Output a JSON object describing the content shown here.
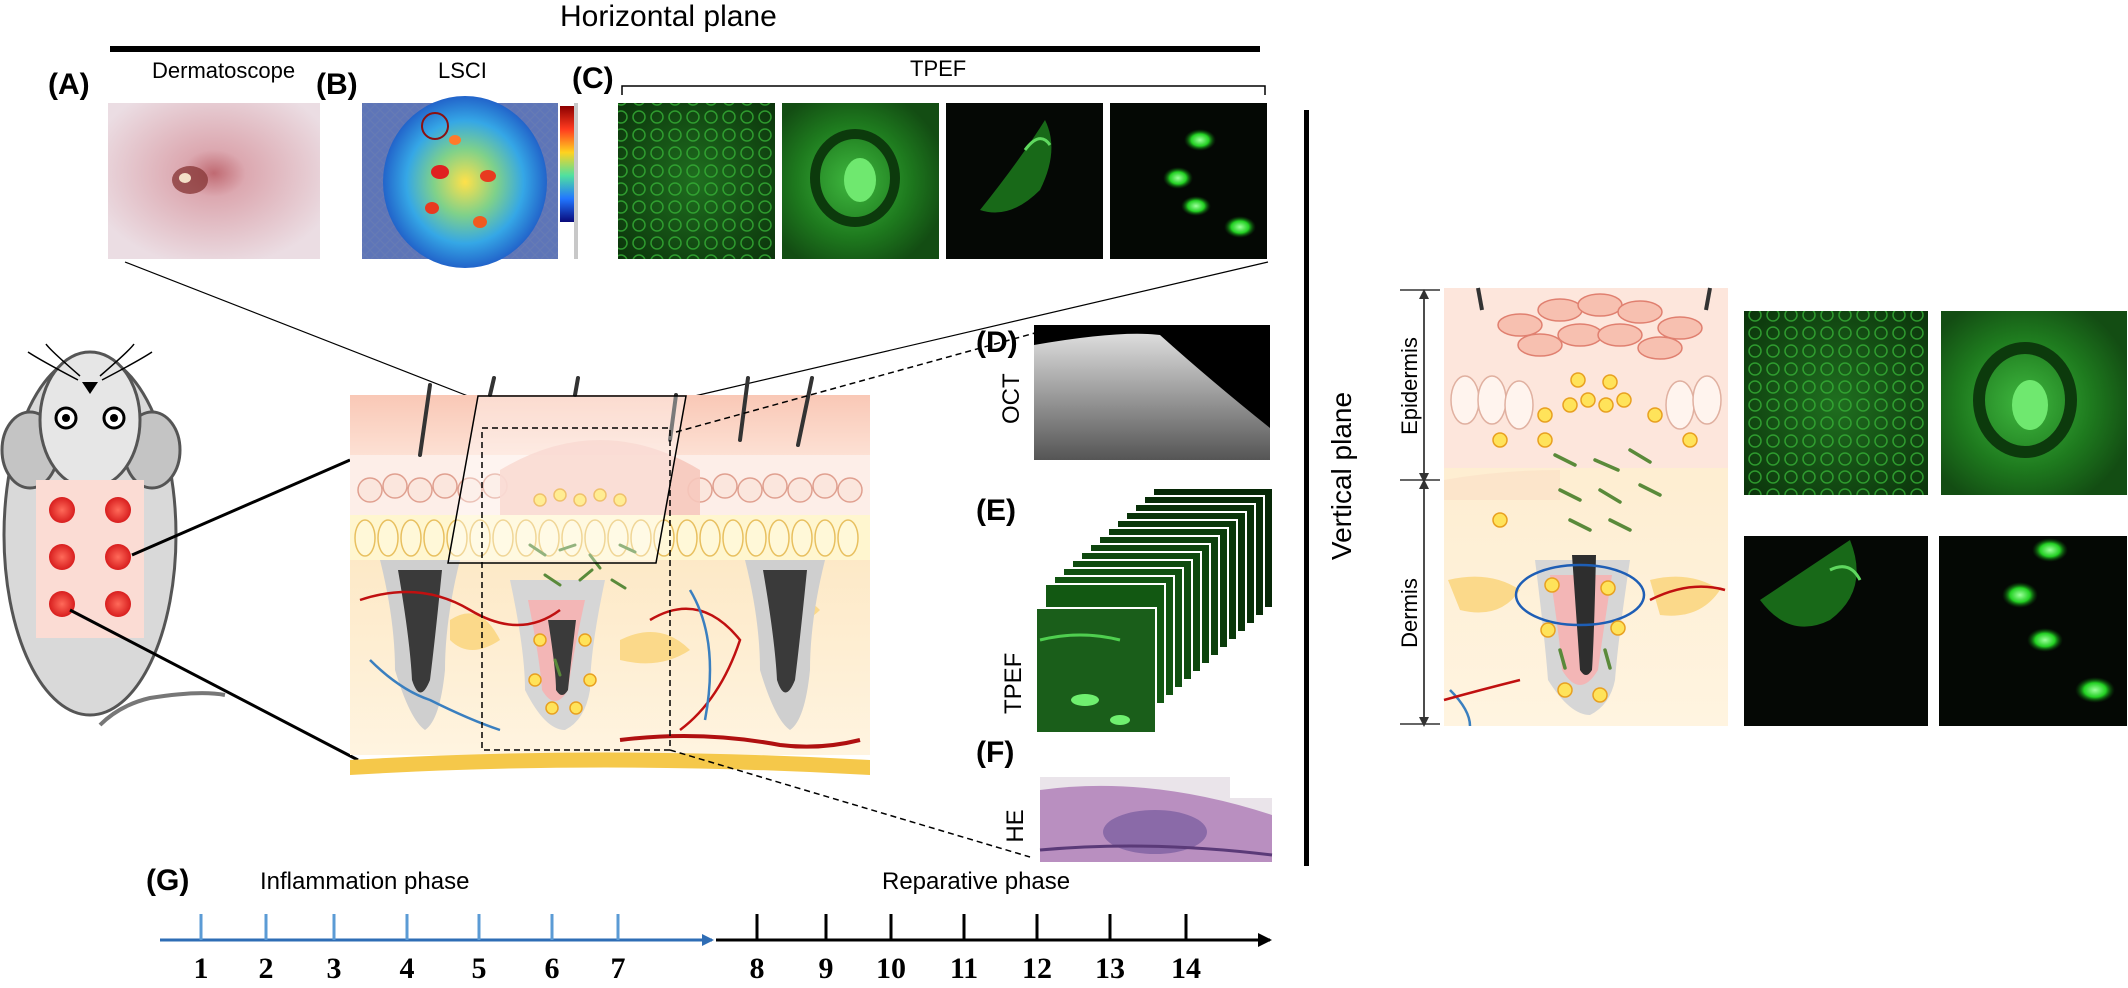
{
  "horizontal_plane_title": "Horizontal  plane",
  "vertical_plane_title": "Vertical  plane",
  "panels": {
    "A": {
      "letter": "(A)",
      "modality": "Dermatoscope"
    },
    "B": {
      "letter": "(B)",
      "modality": "LSCI"
    },
    "C": {
      "letter": "(C)",
      "modality": "TPEF"
    },
    "D": {
      "letter": "(D)",
      "modality": "OCT"
    },
    "E": {
      "letter": "(E)",
      "modality": "TPEF"
    },
    "F": {
      "letter": "(F)",
      "modality": "HE"
    },
    "G": {
      "letter": "(G)"
    }
  },
  "layers": {
    "epidermis": "Epidermis",
    "dermis": "Dermis"
  },
  "timeline": {
    "inflammation_label": "Inflammation phase",
    "reparative_label": "Reparative phase",
    "inflammation_days": [
      "1",
      "2",
      "3",
      "4",
      "5",
      "6",
      "7"
    ],
    "reparative_days": [
      "8",
      "9",
      "10",
      "11",
      "12",
      "13",
      "14"
    ]
  },
  "colors": {
    "inflammation_axis": "#2e6db5",
    "inflammation_tick": "#5b9bd5",
    "reparative_axis": "#000000",
    "fluorescence_green": "#22c322",
    "wound_spot": "#e8302a"
  }
}
